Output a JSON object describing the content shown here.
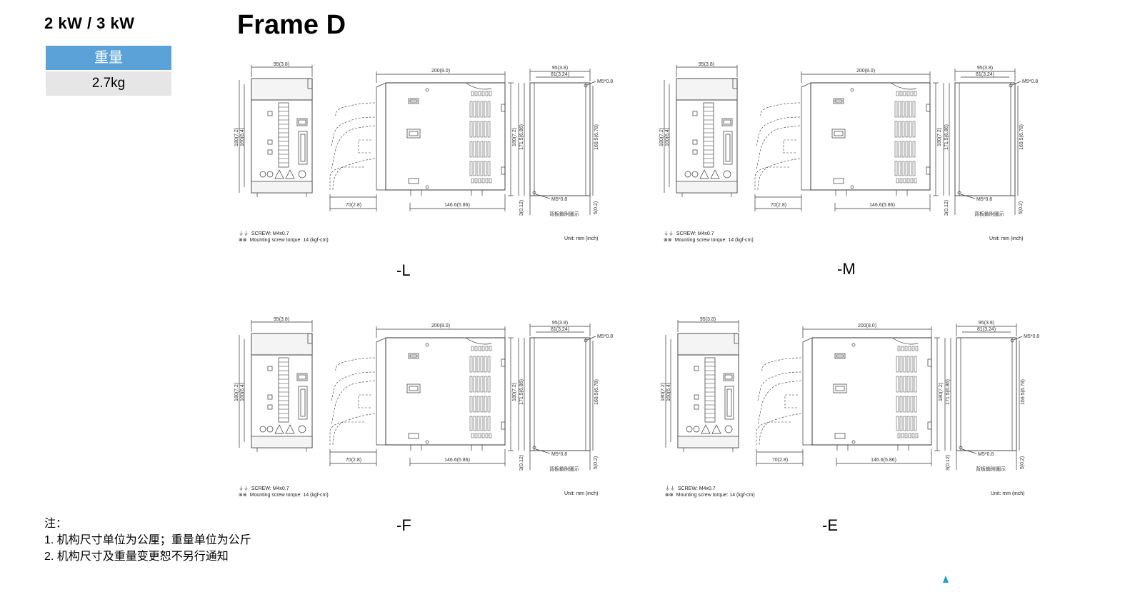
{
  "power_rating": "2 kW / 3 kW",
  "weight": {
    "header": "重量",
    "value": "2.7kg"
  },
  "frame_title": "Frame D",
  "diagrams": [
    {
      "variant": "-L",
      "dim_width": "95(3.8)",
      "dim_depth": "200(8.0)",
      "dim_side_outer": "95(3.8)",
      "dim_side_inner": "81(3.24)",
      "dim_height_outer": "180(7.2)",
      "dim_height_inner": "160(6.4)",
      "dim_side_h1": "171.5(6.86)",
      "dim_side_h2": "169.5(6.78)",
      "dim_bottom_left": "70(2.8)",
      "dim_bottom_mid": "146.6(5.86)",
      "dim_h_small": "180(7.2)",
      "screw_top": "M5*0.8",
      "screw_bottom": "M5*0.8",
      "offset_left": "3(0.12)",
      "offset_right": "5(0.2)",
      "mount_note": "背板鎖附圖示",
      "screw_label": "SCREW: M4x0.7",
      "torque_label": "Mounting screw torque: 14 (kgf-cm)",
      "unit_label": "Unit: mm (inch)"
    },
    {
      "variant": "-M",
      "dim_width": "95(3.8)",
      "dim_depth": "200(8.0)",
      "dim_side_outer": "95(3.8)",
      "dim_side_inner": "81(3.24)",
      "dim_height_outer": "180(7.2)",
      "dim_height_inner": "160(6.4)",
      "dim_side_h1": "171.5(6.86)",
      "dim_side_h2": "169.5(6.78)",
      "dim_bottom_left": "70(2.8)",
      "dim_bottom_mid": "146.6(5.86)",
      "dim_h_small": "180(7.2)",
      "screw_top": "M5*0.8",
      "screw_bottom": "M5*0.8",
      "offset_left": "3(0.12)",
      "offset_right": "5(0.2)",
      "mount_note": "背板鎖附圖示",
      "screw_label": "SCREW: M4x0.7",
      "torque_label": "Mounting screw torque: 14 (kgf-cm)",
      "unit_label": "Unit: mm (inch)"
    },
    {
      "variant": "-F",
      "dim_width": "95(3.8)",
      "dim_depth": "200(8.0)",
      "dim_side_outer": "95(3.8)",
      "dim_side_inner": "81(3.24)",
      "dim_height_outer": "180(7.2)",
      "dim_height_inner": "160(6.4)",
      "dim_side_h1": "171.5(6.86)",
      "dim_side_h2": "169.5(6.78)",
      "dim_bottom_left": "70(2.8)",
      "dim_bottom_mid": "146.6(5.86)",
      "dim_h_small": "180(7.2)",
      "screw_top": "M5*0.8",
      "screw_bottom": "M5*0.8",
      "offset_left": "3(0.12)",
      "offset_right": "5(0.2)",
      "mount_note": "背板鎖附圖示",
      "screw_label": "SCREW: M4x0.7",
      "torque_label": "Mounting screw torque: 14 (kgf-cm)",
      "unit_label": "Unit: mm (inch)"
    },
    {
      "variant": "-E",
      "dim_width": "95(3.8)",
      "dim_depth": "200(8.0)",
      "dim_side_outer": "95(3.8)",
      "dim_side_inner": "81(3.24)",
      "dim_height_outer": "180(7.2)",
      "dim_height_inner": "160(6.4)",
      "dim_side_h1": "171.5(6.86)",
      "dim_side_h2": "169.5(6.78)",
      "dim_bottom_left": "70(2.8)",
      "dim_bottom_mid": "146.6(5.86)",
      "dim_h_small": "180(7.2)",
      "screw_top": "M5*0.8",
      "screw_bottom": "M5*0.8",
      "offset_left": "3(0.12)",
      "offset_right": "5(0.2)",
      "mount_note": "背板鎖附圖示",
      "screw_label": "SCREW: M4x0.7",
      "torque_label": "Mounting screw torque: 14 (kgf-cm)",
      "unit_label": "Unit: mm (inch)"
    }
  ],
  "notes": {
    "heading": "注：",
    "items": [
      "1. 机构尺寸单位为公厘；重量单位为公斤",
      "2. 机构尺寸及重量变更恕不另行通知"
    ]
  },
  "colors": {
    "weight_header_bg": "#5aa2d8",
    "weight_value_bg": "#e6e6e6",
    "logo_accent": "#1aa3c8"
  }
}
